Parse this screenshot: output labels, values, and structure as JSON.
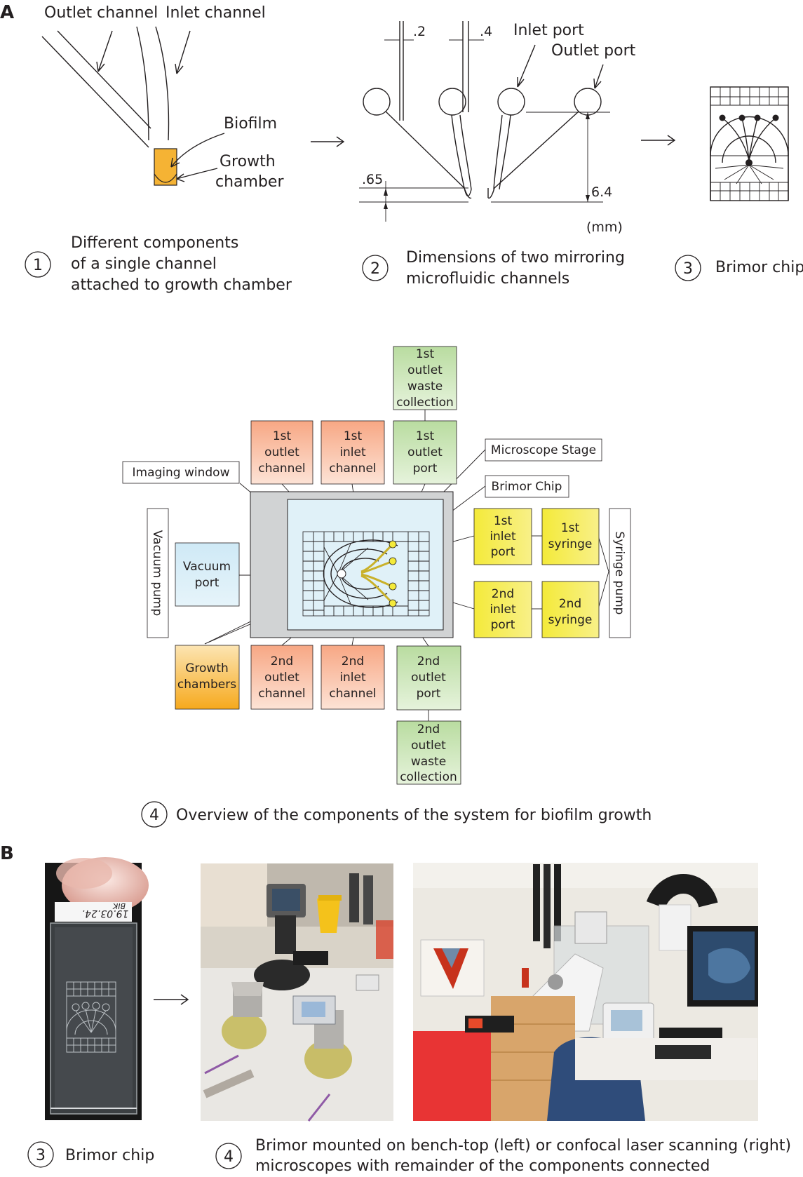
{
  "panels": {
    "a": "A",
    "b": "B"
  },
  "step1": {
    "outlet_channel": "Outlet channel",
    "inlet_channel": "Inlet channel",
    "biofilm": "Biofilm",
    "growth": "Growth",
    "chamber": "chamber",
    "number": "1",
    "caption": [
      "Different components",
      "of a single channel",
      "attached to growth chamber"
    ]
  },
  "step2": {
    "dim_02": ".2",
    "dim_04": ".4",
    "inlet_port": "Inlet port",
    "outlet_port": "Outlet port",
    "dim_065": ".65",
    "dim_64": "6.4",
    "unit": "(mm)",
    "number": "2",
    "caption": [
      "Dimensions of two mirroring",
      "microfluidic channels"
    ]
  },
  "step3": {
    "number": "3",
    "caption": "Brimor chip"
  },
  "overview": {
    "boxes": {
      "waste1": [
        "1st",
        "outlet",
        "waste",
        "collection"
      ],
      "outlet_channel1": [
        "1st",
        "outlet",
        "channel"
      ],
      "inlet_channel1": [
        "1st",
        "inlet",
        "channel"
      ],
      "outlet_port1": [
        "1st",
        "outlet",
        "port"
      ],
      "microscope_stage": "Microscope Stage",
      "imaging_window": "Imaging window",
      "brimor_chip": "Brimor Chip",
      "vacuum_pump": "Vacuum pump",
      "vacuum_port": [
        "Vacuum",
        "port"
      ],
      "inlet_port1": [
        "1st",
        "inlet",
        "port"
      ],
      "syringe1": [
        "1st",
        "syringe"
      ],
      "inlet_port2": [
        "2nd",
        "inlet",
        "port"
      ],
      "syringe2": [
        "2nd",
        "syringe"
      ],
      "syringe_pump": "Syringe pump",
      "growth_chambers": [
        "Growth",
        "chambers"
      ],
      "outlet_channel2": [
        "2nd",
        "outlet",
        "channel"
      ],
      "inlet_channel2": [
        "2nd",
        "inlet",
        "channel"
      ],
      "outlet_port2": [
        "2nd",
        "outlet",
        "port"
      ],
      "waste2": [
        "2nd",
        "outlet",
        "waste",
        "collection"
      ]
    },
    "number": "4",
    "caption": "Overview of the components of the system for biofilm growth"
  },
  "photos": {
    "chip_label": [
      "19.03.24.",
      "BIK"
    ],
    "number3": "3",
    "caption3": "Brimor chip",
    "number4": "4",
    "caption4": [
      "Brimor mounted on bench-top (left) or confocal laser scanning (right)",
      "microscopes with remainder of the components connected"
    ]
  },
  "colors": {
    "salmon": "#f6b294",
    "green": "#c7e3b3",
    "yellow": "#f4ea3a",
    "lightblue": "#d8eef8",
    "orange": "#f7b43a",
    "grey": "#d1d3d4"
  }
}
